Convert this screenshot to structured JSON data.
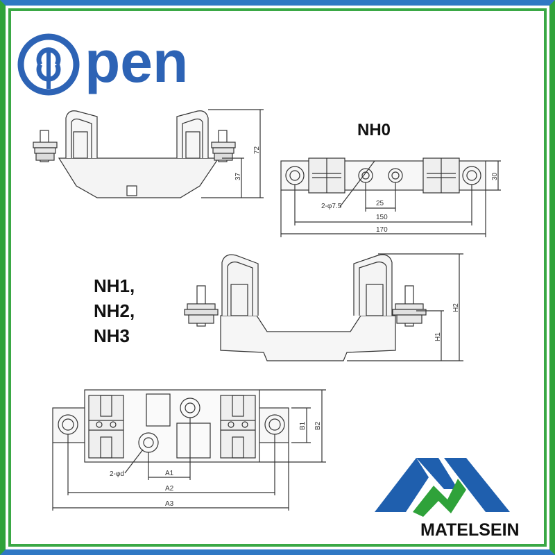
{
  "brand": {
    "name": "pen",
    "color": "#2d63b5",
    "partner_name": "MATELSEIN",
    "partner_colors": {
      "blue": "#1f5fae",
      "green": "#2fa23a",
      "dark": "#111111"
    }
  },
  "labels": {
    "nh0": "NH0",
    "nh1": "NH1,",
    "nh2": "NH2,",
    "nh3": "NH3"
  },
  "dimensions_nh0": {
    "height_total": "72",
    "height_base": "37",
    "width_side": "30",
    "hole": "2-φ7.5",
    "spacing": "25",
    "inner_length": "150",
    "outer_length": "170"
  },
  "dimensions_nh123": {
    "h1": "H1",
    "h2": "H2",
    "b1": "B1",
    "b2": "B2",
    "hole": "2-φd",
    "a1": "A1",
    "a2": "A2",
    "a3": "A3"
  },
  "colors": {
    "frame_blue": "#2f78c4",
    "frame_green": "#2fa23a",
    "line": "#333333"
  }
}
